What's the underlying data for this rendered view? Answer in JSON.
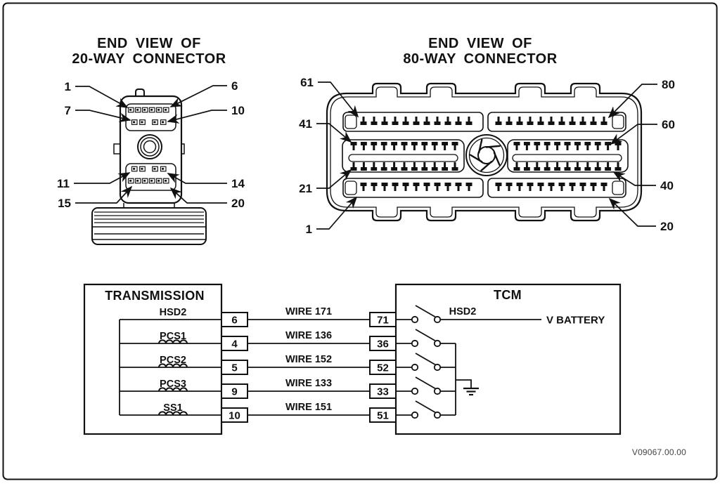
{
  "figure_id": "V09067.00.00",
  "colors": {
    "ink": "#111111",
    "background": "#ffffff"
  },
  "connector20": {
    "title_line1": "END VIEW OF",
    "title_line2": "20-WAY CONNECTOR",
    "labels": {
      "p1": "1",
      "p6": "6",
      "p7": "7",
      "p10": "10",
      "p11": "11",
      "p14": "14",
      "p15": "15",
      "p20": "20"
    }
  },
  "connector80": {
    "title_line1": "END VIEW OF",
    "title_line2": "80-WAY CONNECTOR",
    "labels": {
      "p61": "61",
      "p80": "80",
      "p41": "41",
      "p60": "60",
      "p21": "21",
      "p40": "40",
      "p1": "1",
      "p20": "20"
    }
  },
  "schematic": {
    "transmission_title": "TRANSMISSION",
    "tcm_title": "TCM",
    "tcm_driver_label": "HSD2",
    "battery_label": "V BATTERY",
    "rows": [
      {
        "component": "HSD2",
        "trans_pin": "6",
        "wire": "WIRE 171",
        "tcm_pin": "71"
      },
      {
        "component": "PCS1",
        "trans_pin": "4",
        "wire": "WIRE 136",
        "tcm_pin": "36"
      },
      {
        "component": "PCS2",
        "trans_pin": "5",
        "wire": "WIRE 152",
        "tcm_pin": "52"
      },
      {
        "component": "PCS3",
        "trans_pin": "9",
        "wire": "WIRE 133",
        "tcm_pin": "33"
      },
      {
        "component": "SS1",
        "trans_pin": "10",
        "wire": "WIRE 151",
        "tcm_pin": "51"
      }
    ]
  }
}
